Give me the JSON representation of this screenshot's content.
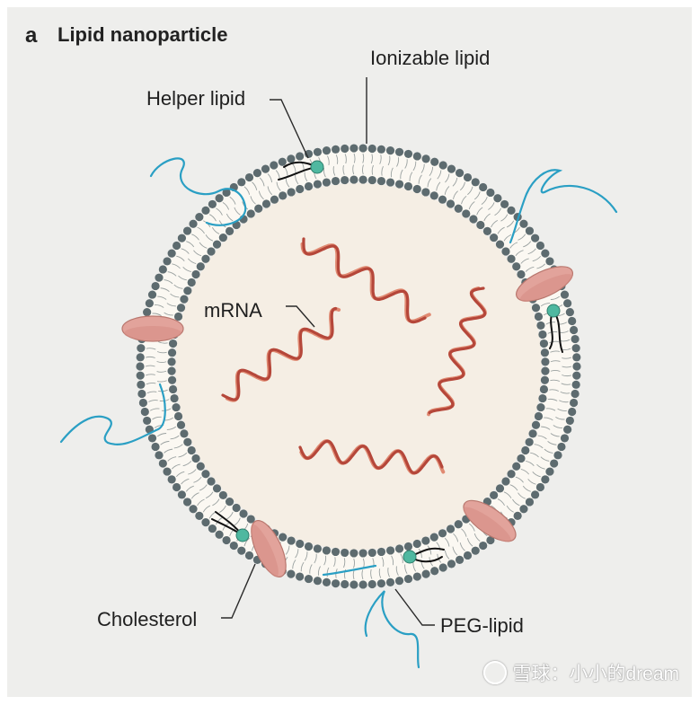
{
  "panel": {
    "letter": "a",
    "title": "Lipid nanoparticle"
  },
  "labels": {
    "ionizable_lipid": "Ionizable lipid",
    "helper_lipid": "Helper lipid",
    "mrna": "mRNA",
    "cholesterol": "Cholesterol",
    "peg_lipid": "PEG-lipid"
  },
  "watermark": {
    "text": "雪球：小小的dream"
  },
  "colors": {
    "background": "#eeeeec",
    "core": "#f5eee4",
    "head_group": "#5d6b6f",
    "lipid_tail": "#9aa1a0",
    "mrna": "#b5473a",
    "peg": "#2a9fc4",
    "helper_head": "#4fb8a0",
    "cholesterol": "#e2a39b"
  }
}
